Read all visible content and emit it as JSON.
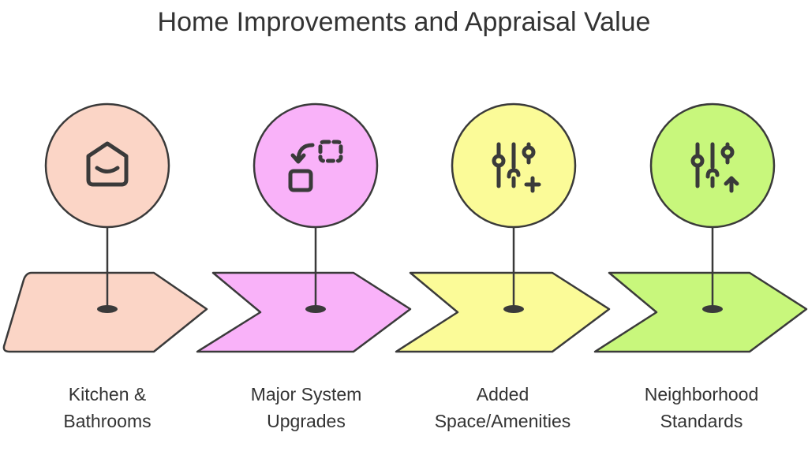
{
  "title": "Home Improvements and Appraisal Value",
  "colors": {
    "outline": "#3a3a3a",
    "text": "#333333"
  },
  "steps": [
    {
      "label_line1": "Kitchen &",
      "label_line2": "Bathrooms",
      "icon": "home-icon",
      "fill": "#fbd5c6"
    },
    {
      "label_line1": "Major System",
      "label_line2": "Upgrades",
      "icon": "swap-arrow-icon",
      "fill": "#f9b2f9"
    },
    {
      "label_line1": "Added",
      "label_line2": "Space/Amenities",
      "icon": "sliders-plus-icon",
      "fill": "#fbfb98"
    },
    {
      "label_line1": "Neighborhood",
      "label_line2": "Standards",
      "icon": "sliders-up-icon",
      "fill": "#c8f77c"
    }
  ]
}
